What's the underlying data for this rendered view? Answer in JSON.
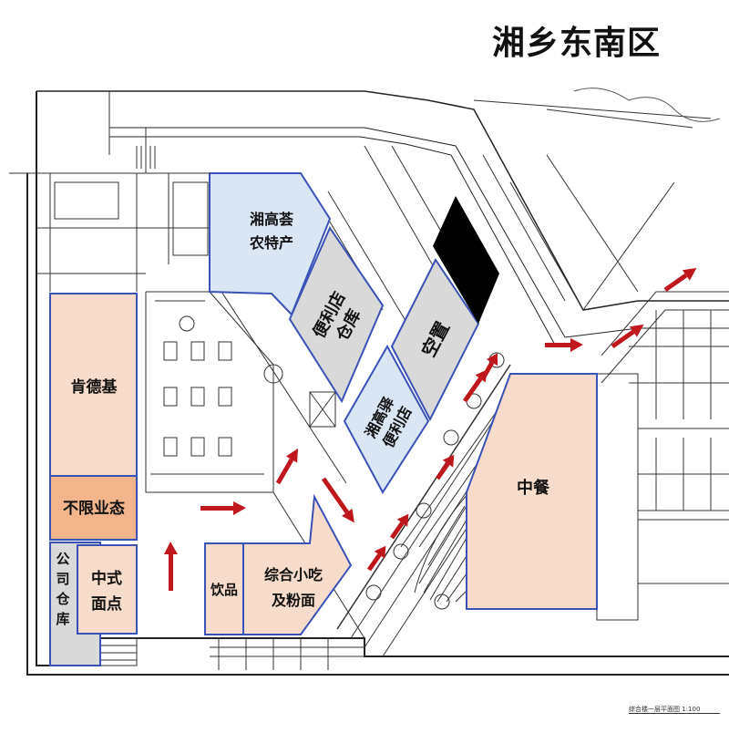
{
  "page": {
    "title": "湘乡东南区",
    "drawing_caption": "综合楼一层平面图 1:100"
  },
  "zones": {
    "xiang_gao_hui": {
      "line1": "湘高荟",
      "line2": "农特产"
    },
    "convenience_warehouse": {
      "line1": "便利店",
      "line2": "仓库"
    },
    "vacant": {
      "label": "空置"
    },
    "xiang_gao_yi": {
      "line1": "湘高驿",
      "line2": "便利店"
    },
    "kfc": {
      "label": "肯德基"
    },
    "unlimited": {
      "label": "不限业态"
    },
    "company_warehouse": {
      "chars": [
        "公",
        "司",
        "仓",
        "库"
      ]
    },
    "chinese_pastry": {
      "line1": "中式",
      "line2": "面点"
    },
    "drinks": {
      "label": "饮品"
    },
    "snacks": {
      "line1": "综合小吃",
      "line2": "及粉面"
    },
    "chinese_dining": {
      "label": "中餐"
    }
  },
  "colors": {
    "blue_zone": "#dbe6f4",
    "peach_zone": "#f8dccb",
    "orange_zone": "#f2b48a",
    "gray_zone": "#d9d9d9",
    "black_zone": "#000000",
    "outline": "#3a52b8",
    "arrow": "#c0171d"
  }
}
